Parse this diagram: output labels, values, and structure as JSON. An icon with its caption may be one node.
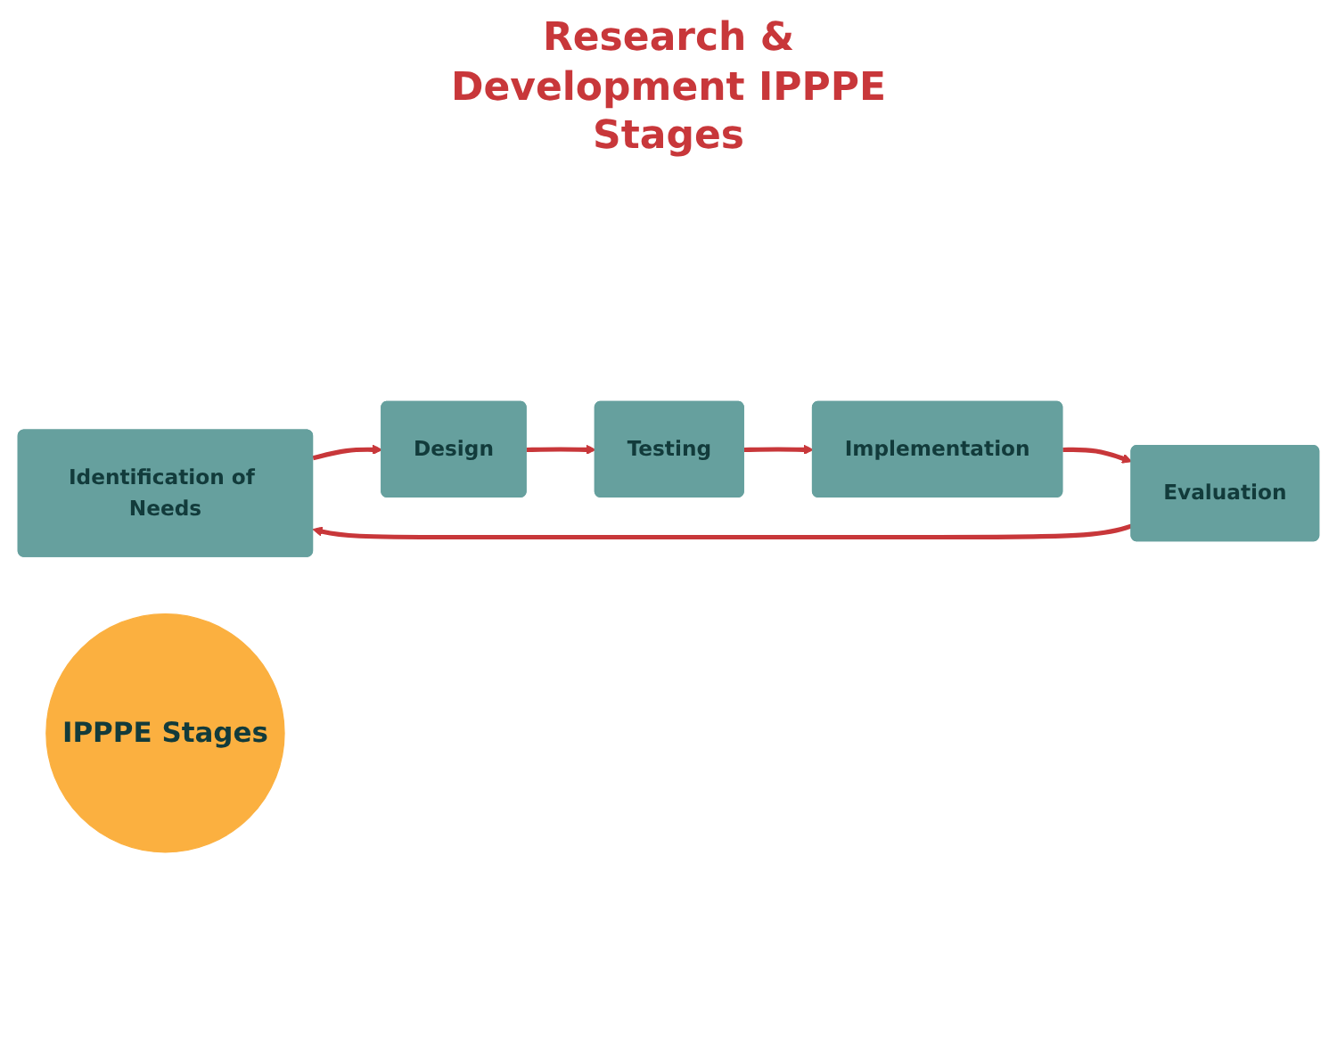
{
  "diagram": {
    "title": "Research & Development IPPPE Stages",
    "nodes": [
      {
        "text": [
          "Identification of Needs"
        ]
      },
      {
        "text": [
          "Design"
        ]
      },
      {
        "text": [
          "Testing"
        ]
      },
      {
        "text": [
          "Implementation"
        ]
      },
      {
        "text": [
          "Evaluation"
        ]
      },
      {
        "text": [
          "IPPPE Stages"
        ]
      }
    ],
    "edges": [
      {
        "from": 0,
        "to": 1,
        "arrow": "to"
      },
      {
        "from": 1,
        "to": 2,
        "arrow": "to"
      },
      {
        "from": 2,
        "to": 3,
        "arrow": "to"
      },
      {
        "from": 3,
        "to": 4,
        "arrow": "to"
      },
      {
        "from": 4,
        "to": 0,
        "arrow": "to"
      }
    ]
  }
}
